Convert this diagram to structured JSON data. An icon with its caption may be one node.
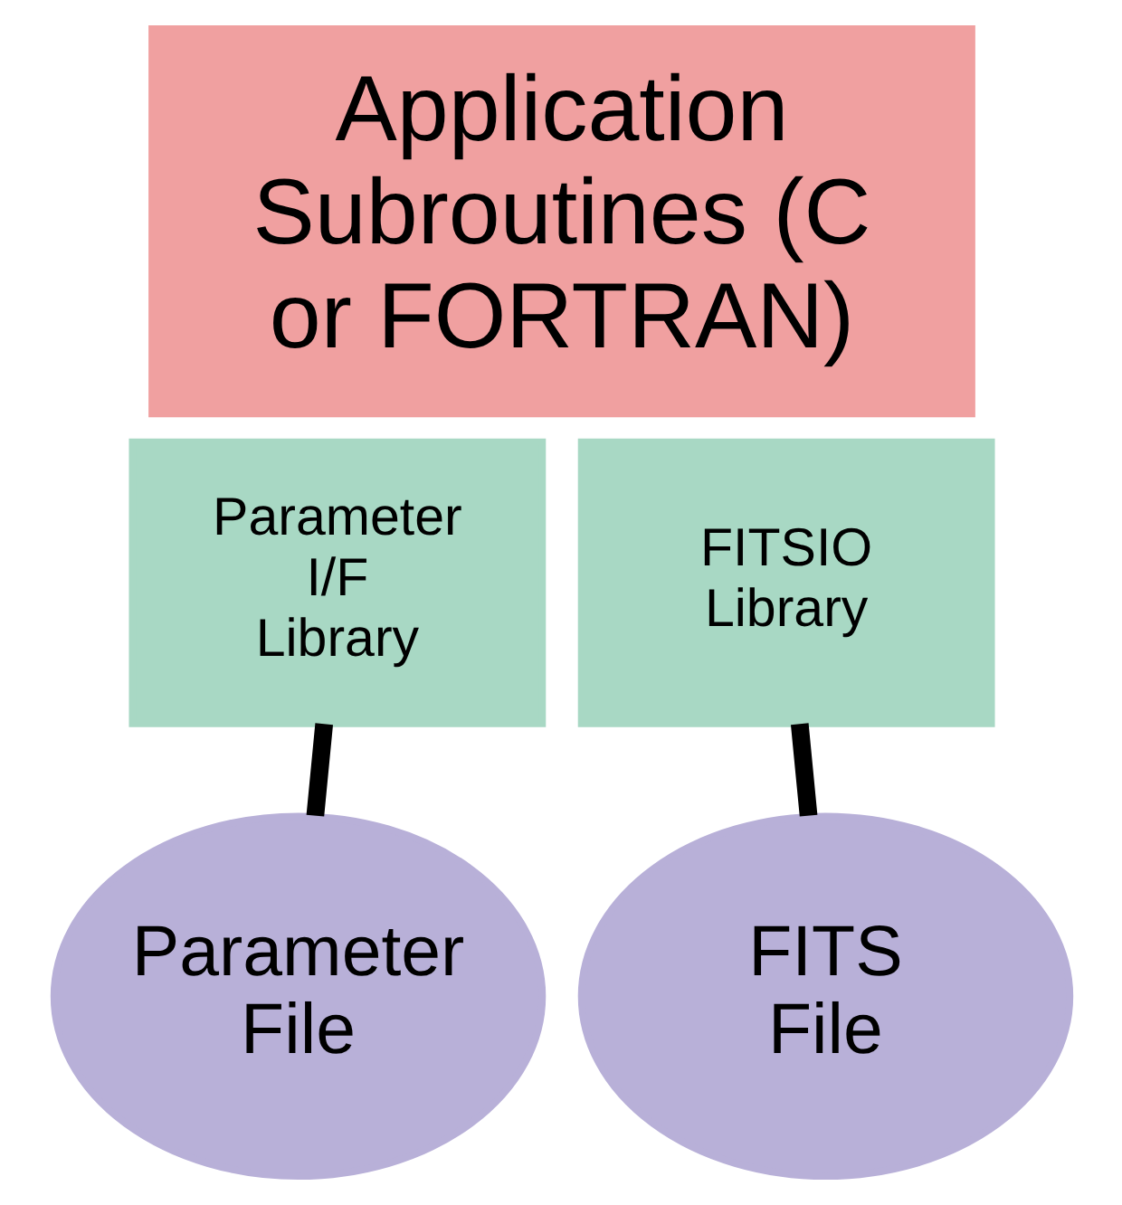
{
  "diagram": {
    "nodes": [
      {
        "text": [
          "Application Subroutines (C or FORTRAN)"
        ]
      },
      {
        "text": [
          "Parameter I/F Library"
        ]
      },
      {
        "text": [
          "FITSIO Library"
        ]
      },
      {
        "text": [
          "Parameter File"
        ]
      },
      {
        "text": [
          "FITS File"
        ]
      }
    ],
    "edges": [
      {
        "from": 1,
        "to": 3,
        "arrow": "none"
      },
      {
        "from": 2,
        "to": 4,
        "arrow": "none"
      }
    ]
  }
}
